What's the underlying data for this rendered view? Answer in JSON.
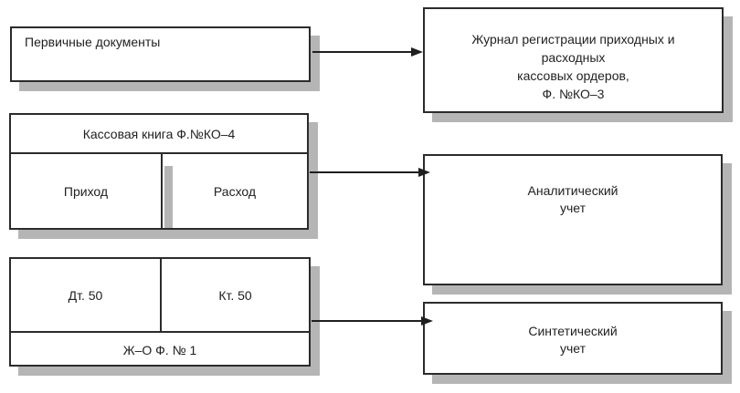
{
  "boxes": {
    "primary_documents": {
      "label": "Первичные документы"
    },
    "journal": {
      "lines": [
        "Журнал регистрации приходных и",
        "расходных",
        "кассовых ордеров,",
        "Ф. №КО–3"
      ]
    },
    "cash_book": {
      "header": "Кассовая книга Ф.№КО–4",
      "income": "Приход",
      "expense": "Расход"
    },
    "analytic_accounting": {
      "lines": [
        "Аналитический",
        "учет"
      ]
    },
    "journal_order": {
      "debit": "Дт. 50",
      "credit": "Кт. 50",
      "footer": "Ж–О Ф. № 1"
    },
    "synthetic_accounting": {
      "lines": [
        "Синтетический",
        "учет"
      ]
    }
  },
  "colors": {
    "background": "#ffffff",
    "border": "#2b2b2b",
    "shadow": "#b5b5b5",
    "text": "#1f1f1f",
    "arrow": "#1f1f1f"
  }
}
